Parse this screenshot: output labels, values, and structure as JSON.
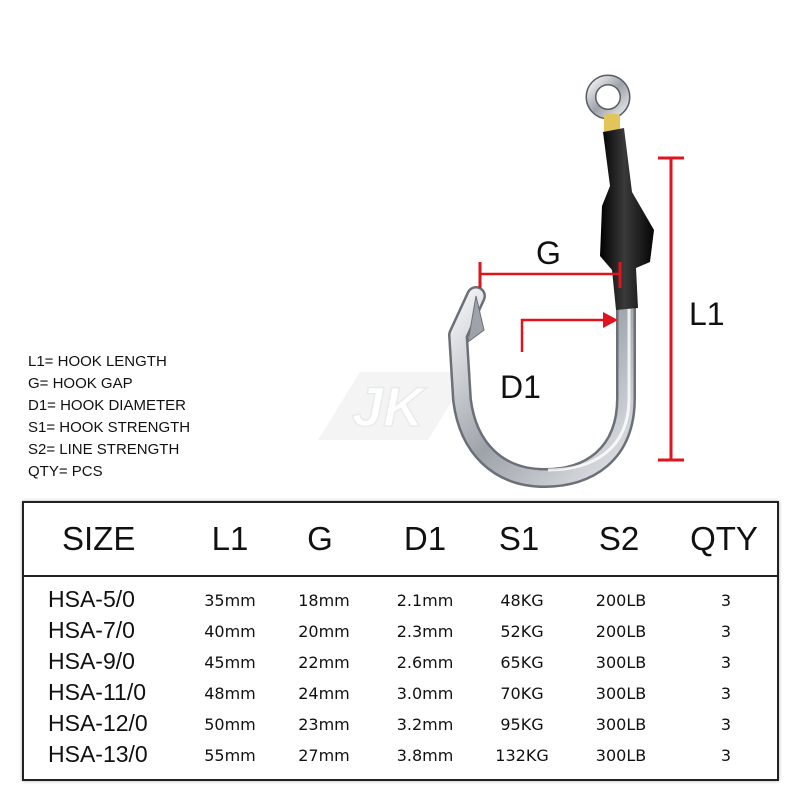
{
  "labels": {
    "gap": "G",
    "length": "L1",
    "diameter": "D1"
  },
  "watermark": "JK",
  "legend": [
    "L1= HOOK LENGTH",
    "G= HOOK GAP",
    "D1= HOOK DIAMETER",
    "S1= HOOK STRENGTH",
    "S2= LINE STRENGTH",
    "QTY= PCS"
  ],
  "table": {
    "headers": [
      "SIZE",
      "L1",
      "G",
      "D1",
      "S1",
      "S2",
      "QTY"
    ],
    "rows": [
      [
        "HSA-5/0",
        "35mm",
        "18mm",
        "2.1mm",
        "48KG",
        "200LB",
        "3"
      ],
      [
        "HSA-7/0",
        "40mm",
        "20mm",
        "2.3mm",
        "52KG",
        "200LB",
        "3"
      ],
      [
        "HSA-9/0",
        "45mm",
        "22mm",
        "2.6mm",
        "65KG",
        "300LB",
        "3"
      ],
      [
        "HSA-11/0",
        "48mm",
        "24mm",
        "3.0mm",
        "70KG",
        "300LB",
        "3"
      ],
      [
        "HSA-12/0",
        "50mm",
        "23mm",
        "3.2mm",
        "95KG",
        "300LB",
        "3"
      ],
      [
        "HSA-13/0",
        "55mm",
        "27mm",
        "3.8mm",
        "132KG",
        "300LB",
        "3"
      ]
    ]
  },
  "colors": {
    "measure": "#e0141e",
    "tube": "#151515",
    "metal": "#b8bcc2"
  }
}
